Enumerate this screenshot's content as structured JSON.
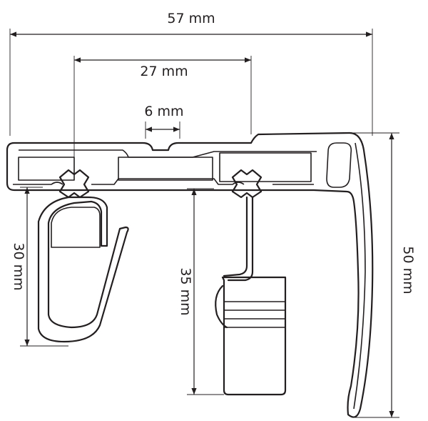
{
  "dimensions": {
    "total_width": "57 mm",
    "channel_width": "27 mm",
    "slot_width": "6 mm",
    "glider_height": "30 mm",
    "hook_drop": "35 mm",
    "profile_height": "50 mm"
  },
  "colors": {
    "line": "#231f20",
    "background": "#ffffff"
  }
}
